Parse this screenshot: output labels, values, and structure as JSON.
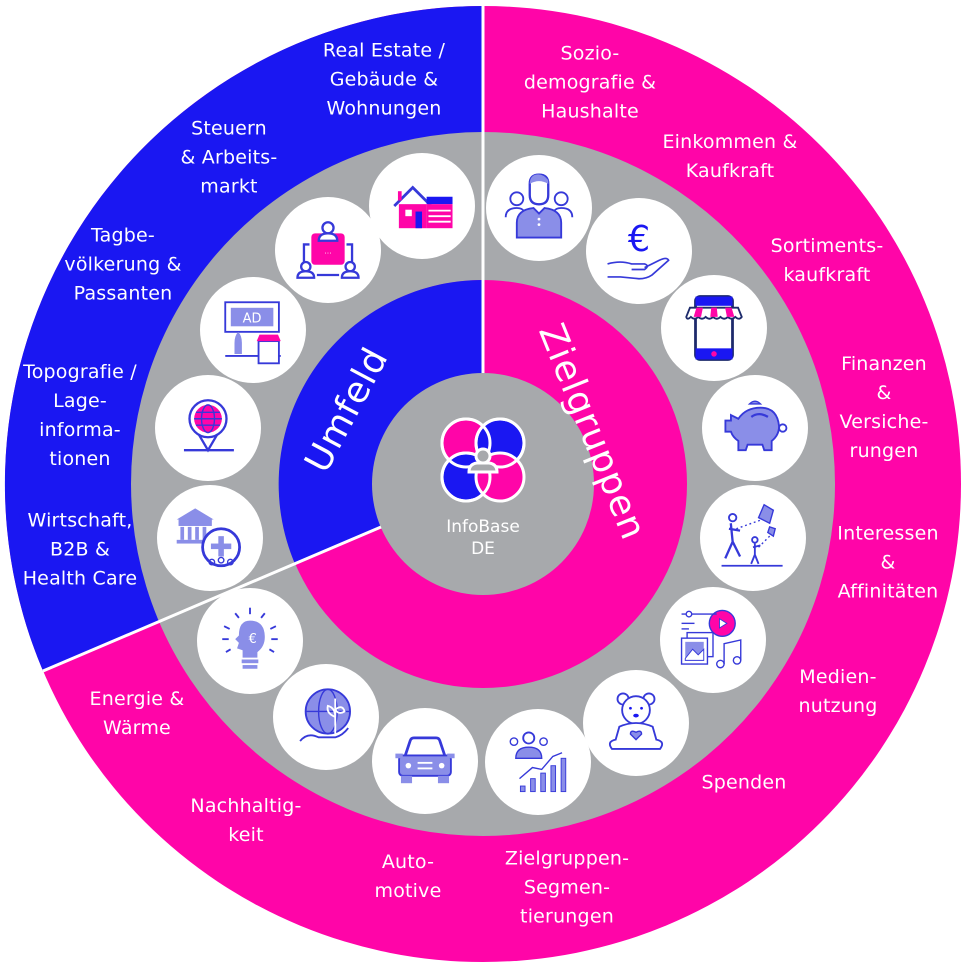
{
  "colors": {
    "umfeld_blue": "#1a17f2",
    "zielgruppen_pink": "#ff05a8",
    "ring_grey": "#a7a9ac",
    "icon_fill": "#8a8ee8",
    "icon_stroke": "#3639d9",
    "icon_accent": "#ff05a8",
    "white": "#ffffff"
  },
  "center": {
    "logo_icon": "venn-person-logo-icon",
    "line1": "InfoBase",
    "line2": "DE"
  },
  "sections": {
    "umfeld": {
      "title": "Umfeld"
    },
    "zielgruppen": {
      "title": "Zielgruppen"
    }
  },
  "categories": [
    {
      "id": "real-estate",
      "section": "umfeld",
      "label": "Real Estate /\nGebäude &\nWohnungen",
      "icon": "house-icon"
    },
    {
      "id": "steuern",
      "section": "umfeld",
      "label": "Steuern\n& Arbeits-\nmarkt",
      "icon": "team-network-icon"
    },
    {
      "id": "tagbevoelkerung",
      "section": "umfeld",
      "label": "Tagbe-\nvölkerung &\nPassanten",
      "icon": "billboard-shop-icon"
    },
    {
      "id": "topografie",
      "section": "umfeld",
      "label": "Topografie /\nLage-\ninforma-\ntionen",
      "icon": "globe-pin-icon"
    },
    {
      "id": "wirtschaft",
      "section": "umfeld",
      "label": "Wirtschaft,\nB2B &\nHealth Care",
      "icon": "museum-health-icon"
    },
    {
      "id": "energie",
      "section": "zielgruppen",
      "label": "Energie &\nWärme",
      "icon": "idea-euro-bulb-icon"
    },
    {
      "id": "nachhaltigkeit",
      "section": "zielgruppen",
      "label": "Nachhaltig-\nkeit",
      "icon": "globe-plant-hand-icon"
    },
    {
      "id": "automotive",
      "section": "zielgruppen",
      "label": "Auto-\nmotive",
      "icon": "car-icon"
    },
    {
      "id": "segmentierungen",
      "section": "zielgruppen",
      "label": "Zielgruppen-\nSegmen-\ntierungen",
      "icon": "people-growth-chart-icon"
    },
    {
      "id": "spenden",
      "section": "zielgruppen",
      "label": "Spenden",
      "icon": "teddy-bear-heart-icon"
    },
    {
      "id": "mediennutzung",
      "section": "zielgruppen",
      "label": "Medien-\nnutzung",
      "icon": "media-play-music-icon"
    },
    {
      "id": "interessen",
      "section": "zielgruppen",
      "label": "Interessen\n&\nAffinitäten",
      "icon": "kite-family-icon"
    },
    {
      "id": "finanzen",
      "section": "zielgruppen",
      "label": "Finanzen &\nVersiche-\nrungen",
      "icon": "piggy-bank-icon"
    },
    {
      "id": "sortimentskaufkraft",
      "section": "zielgruppen",
      "label": "Sortiments-\nkaufkraft",
      "icon": "mobile-shop-icon"
    },
    {
      "id": "einkommen",
      "section": "zielgruppen",
      "label": "Einkommen &\nKaufkraft",
      "icon": "euro-hand-icon"
    },
    {
      "id": "soziodemografie",
      "section": "zielgruppen",
      "label": "Sozio-\ndemografie &\nHaushalte",
      "icon": "people-group-icon"
    }
  ]
}
